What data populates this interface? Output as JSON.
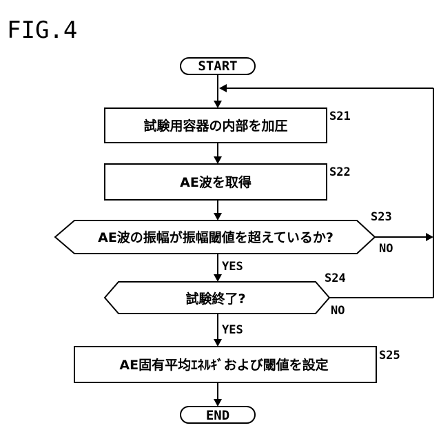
{
  "figure": {
    "label": "FIG.4"
  },
  "nodes": {
    "start": {
      "text": "START"
    },
    "s21": {
      "text": "試験用容器の内部を加圧",
      "step": "S21"
    },
    "s22": {
      "text": "AE波を取得",
      "step": "S22"
    },
    "s23": {
      "text": "AE波の振幅が振幅閾値を超えているか?",
      "step": "S23"
    },
    "s24": {
      "text": "試験終了?",
      "step": "S24"
    },
    "s25": {
      "text": "AE固有平均ｴﾈﾙｷﾞおよび閾値を設定",
      "step": "S25"
    },
    "end": {
      "text": "END"
    }
  },
  "branches": {
    "s23_yes": "YES",
    "s23_no": "NO",
    "s24_yes": "YES",
    "s24_no": "NO"
  }
}
